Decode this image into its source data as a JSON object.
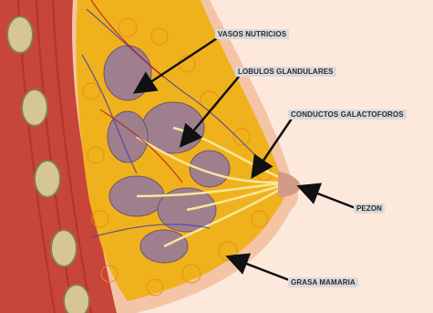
{
  "diagram": {
    "labels": {
      "vasos": "VASOS NUTRICIOS",
      "lobulos": "LOBULOS GLANDULARES",
      "conductos": "CONDUCTOS GALACTOFOROS",
      "pezon": "PEZON",
      "grasa": "GRASA MAMARIA"
    },
    "colors": {
      "background": "#fde9dc",
      "skin": "#f4c4a8",
      "muscle": "#c8453a",
      "fat": "#f2b21a",
      "lobule": "#9e7f8d",
      "rib": "#d9c89a",
      "arrow": "#111111"
    }
  }
}
